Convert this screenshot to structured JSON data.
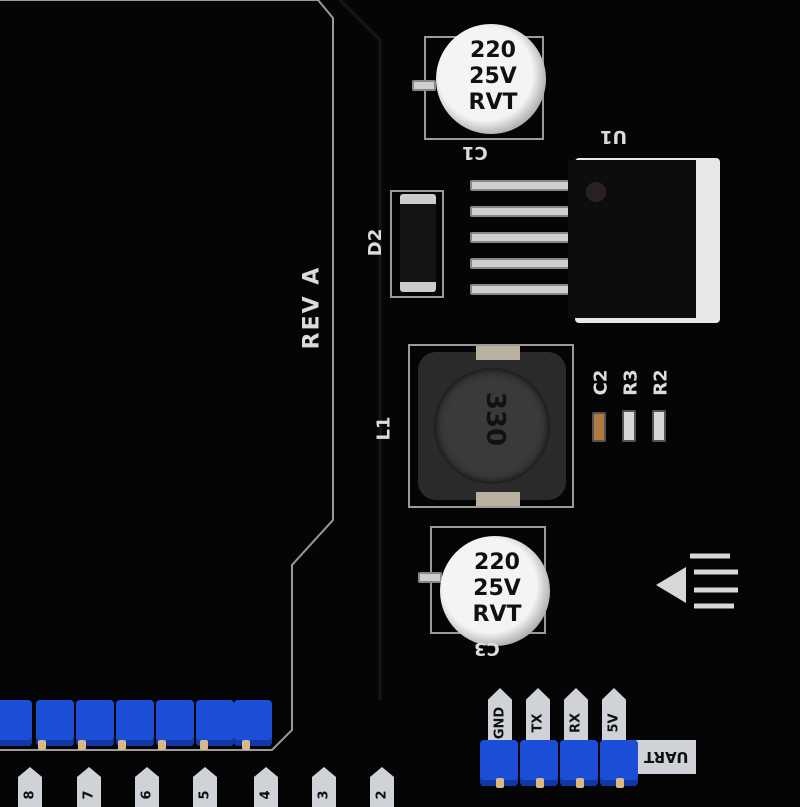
{
  "board": {
    "revision": "REV A",
    "c1": {
      "label": "C1",
      "marking": [
        "220",
        "25V",
        "RVT"
      ]
    },
    "c3": {
      "label": "C3",
      "marking": [
        "220",
        "25V",
        "RVT"
      ]
    },
    "u1": {
      "label": "U1"
    },
    "d2": {
      "label": "D2"
    },
    "l1": {
      "label": "L1",
      "marking": "330"
    },
    "smd_labels": [
      "C2",
      "R3",
      "R2"
    ],
    "uart": {
      "label": "UART",
      "pins": [
        "GND",
        "TX",
        "RX",
        "5V"
      ]
    },
    "pin_numbers": [
      "8",
      "7",
      "6",
      "5",
      "4",
      "3",
      "2"
    ]
  }
}
